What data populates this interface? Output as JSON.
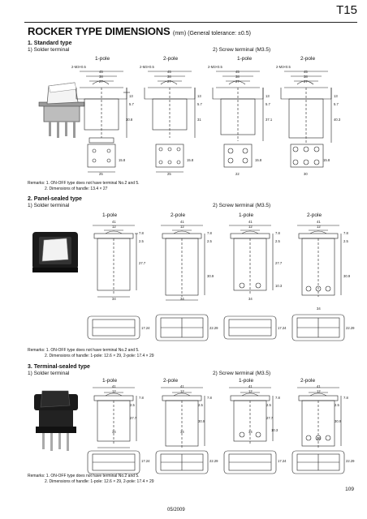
{
  "header": {
    "code": "T15"
  },
  "title": {
    "main": "ROCKER TYPE DIMENSIONS",
    "sub": "(mm) (General tolerance: ±0.5)"
  },
  "sections": [
    {
      "heading": "1. Standard type",
      "left_label": "1) Solder terminal",
      "right_label": "2) Screw terminal (M3.5)",
      "cols": [
        "1-pole",
        "2-pole",
        "1-pole",
        "2-pole"
      ],
      "top_dims": [
        [
          "2-M3×0.5",
          "45",
          "38",
          "27"
        ],
        [
          "2-M3×0.5",
          "45",
          "38",
          "27"
        ],
        [
          "2-M3×0.5",
          "45",
          "38",
          "27"
        ],
        [
          "2-M3×0.5",
          "45",
          "38",
          "27"
        ]
      ],
      "side_dims": [
        [
          "13",
          "5.7",
          "30.8"
        ],
        [
          "13",
          "5.7",
          "31"
        ],
        [
          "13",
          "5.7",
          "37.1"
        ],
        [
          "13",
          "5.7",
          "40.3"
        ]
      ],
      "bottom_dims": [
        [
          "15.8",
          "25"
        ],
        [
          "15.8",
          "25"
        ],
        [
          "15.8",
          "22"
        ],
        [
          "15.8",
          "30"
        ]
      ],
      "remarks": [
        "Remarks: 1. ON-OFF type does not have terminal No.2 and 5.",
        "2. Dimensions of handle: 13.4 × 27"
      ]
    },
    {
      "heading": "2. Panel-sealed type",
      "left_label": "1) Solder terminal",
      "right_label": "2) Screw terminal (M3.5)",
      "cols": [
        "1-pole",
        "2-pole",
        "1-pole",
        "2-pole"
      ],
      "top_dims": [
        [
          "41",
          "12"
        ],
        [
          "41",
          "12"
        ],
        [
          "41",
          "12"
        ],
        [
          "41",
          "12"
        ]
      ],
      "side_dims": [
        [
          "7.8",
          "2.5",
          "27.7"
        ],
        [
          "7.8",
          "2.5",
          "30.9"
        ],
        [
          "7.8",
          "2.5",
          "27.7"
        ],
        [
          "7.8",
          "2.5",
          "30.9"
        ]
      ],
      "bottom_dims": [
        [
          "34",
          "17.24"
        ],
        [
          "34",
          "22.29"
        ],
        [
          "34",
          "17.24"
        ],
        [
          "34",
          "22.29"
        ]
      ],
      "remarks": [
        "Remarks: 1. ON-OFF type does not have terminal No.2 and 5.",
        "2. Dimensions of handle: 1-pole: 12.6 × 29, 2-pole: 17.4 × 29"
      ]
    },
    {
      "heading": "3. Terminal-sealed type",
      "left_label": "1) Solder terminal",
      "right_label": "2) Screw terminal (M3.5)",
      "cols": [
        "1-pole",
        "2-pole",
        "1-pole",
        "2-pole"
      ],
      "top_dims": [
        [
          "41",
          "12"
        ],
        [
          "41",
          "12"
        ],
        [
          "41",
          "12"
        ],
        [
          "41",
          "12"
        ]
      ],
      "side_dims": [
        [
          "7.8",
          "2.5",
          "27.7"
        ],
        [
          "7.8",
          "2.5",
          "30.9"
        ],
        [
          "7.8",
          "2.5",
          "27.7"
        ],
        [
          "7.8",
          "2.5",
          "30.9"
        ]
      ],
      "bottom_dims": [
        [
          "34",
          "17.24"
        ],
        [
          "34",
          "22.29"
        ],
        [
          "34",
          "17.24"
        ],
        [
          "34",
          "22.29"
        ]
      ],
      "remarks": [
        "Remarks: 1. ON-OFF type does not have terminal No.2 and 5.",
        "2. Dimensions of handle: 1-pole: 12.6 × 29, 2-pole: 17.4 × 29"
      ]
    }
  ],
  "extra_dims": {
    "s2_side": "10.3",
    "s3_side": "10.3"
  },
  "footer": {
    "page": "109",
    "date": "05/2009"
  }
}
